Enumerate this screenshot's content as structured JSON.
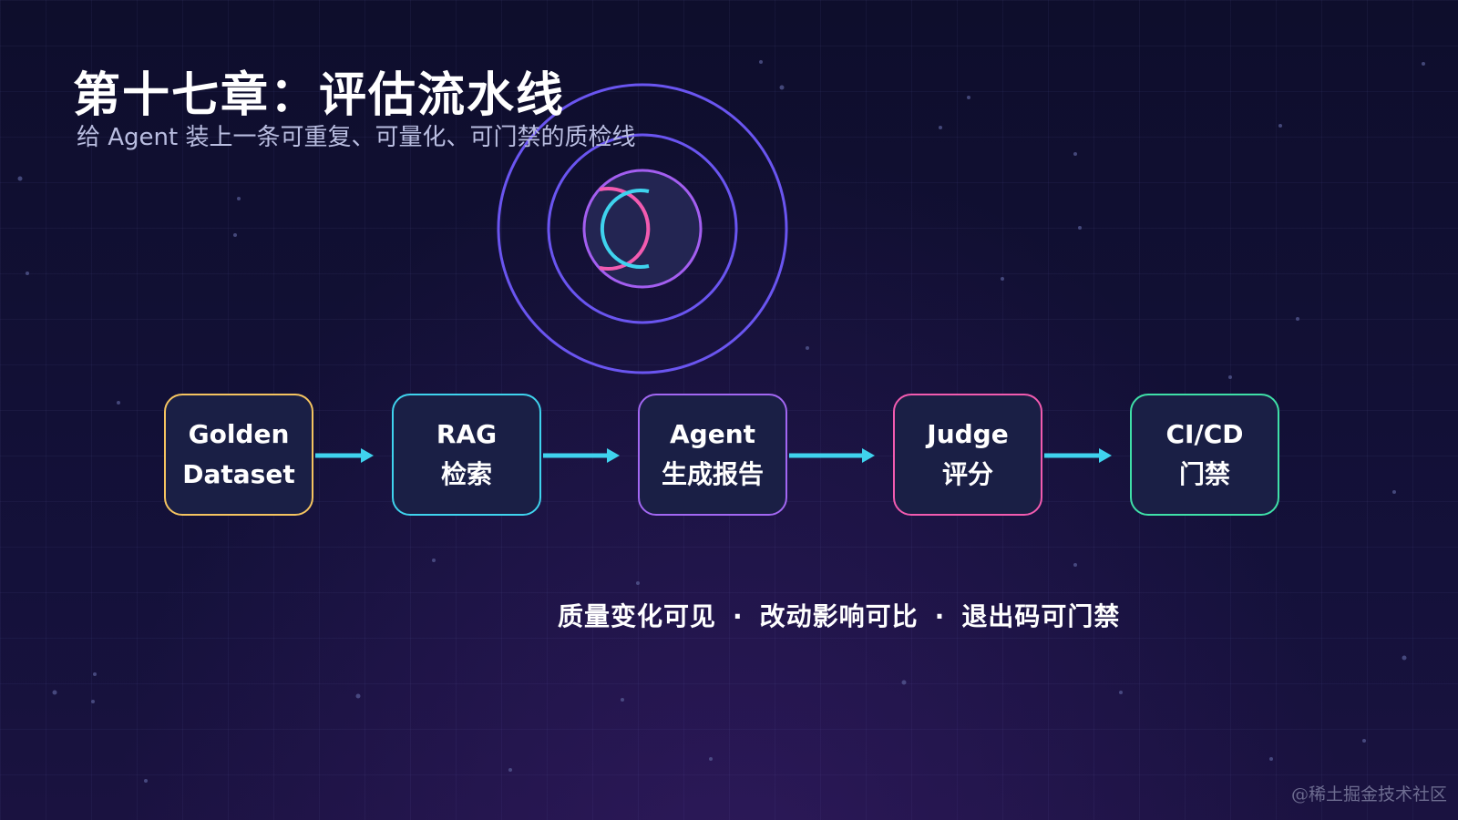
{
  "title": "第十七章：评估流水线",
  "subtitle": "给 Agent 装上一条可重复、可量化、可门禁的质检线",
  "pipeline": [
    {
      "line1": "Golden",
      "line2": "Dataset",
      "color": "#f5c460"
    },
    {
      "line1": "RAG",
      "line2": "检索",
      "color": "#3fd3ee"
    },
    {
      "line1": "Agent",
      "line2": "生成报告",
      "color": "#a267f2"
    },
    {
      "line1": "Judge",
      "line2": "评分",
      "color": "#f25bb0"
    },
    {
      "line1": "CI/CD",
      "line2": "门禁",
      "color": "#3fe0a8"
    }
  ],
  "arrow_color": "#3fd3ee",
  "tagline": {
    "part1": "质量变化可见",
    "separator": "·",
    "part2": "改动影响可比",
    "part3": "退出码可门禁"
  },
  "emblem": {
    "ring_color": "#6a55f0",
    "inner_ring_color": "#a35ef0",
    "arc_pink": "#f25bb0",
    "arc_cyan": "#3fd3ee",
    "icon": "eval-emblem-icon"
  },
  "watermark": "@稀土掘金技术社区"
}
